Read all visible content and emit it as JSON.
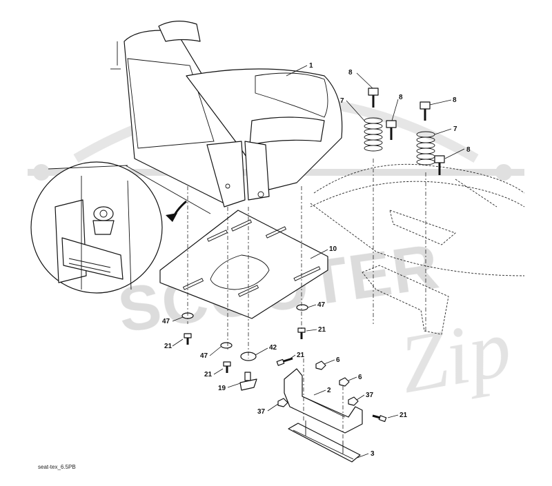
{
  "caption": "seat-tex_6.5PB",
  "watermark": {
    "text": "SCOOTER",
    "script": "Zip",
    "color": "#d9d9d9"
  },
  "callouts": [
    {
      "id": "c1",
      "label": "1"
    },
    {
      "id": "c8a",
      "label": "8"
    },
    {
      "id": "c8b",
      "label": "8"
    },
    {
      "id": "c8c",
      "label": "8"
    },
    {
      "id": "c8d",
      "label": "8"
    },
    {
      "id": "c7a",
      "label": "7"
    },
    {
      "id": "c7b",
      "label": "7"
    },
    {
      "id": "c10",
      "label": "10"
    },
    {
      "id": "c47a",
      "label": "47"
    },
    {
      "id": "c47b",
      "label": "47"
    },
    {
      "id": "c47c",
      "label": "47"
    },
    {
      "id": "c21a",
      "label": "21"
    },
    {
      "id": "c21b",
      "label": "21"
    },
    {
      "id": "c21c",
      "label": "21"
    },
    {
      "id": "c21d",
      "label": "21"
    },
    {
      "id": "c21e",
      "label": "21"
    },
    {
      "id": "c42",
      "label": "42"
    },
    {
      "id": "c19",
      "label": "19"
    },
    {
      "id": "c6a",
      "label": "6"
    },
    {
      "id": "c6b",
      "label": "6"
    },
    {
      "id": "c2",
      "label": "2"
    },
    {
      "id": "c37a",
      "label": "37"
    },
    {
      "id": "c37b",
      "label": "37"
    },
    {
      "id": "c3",
      "label": "3"
    }
  ]
}
